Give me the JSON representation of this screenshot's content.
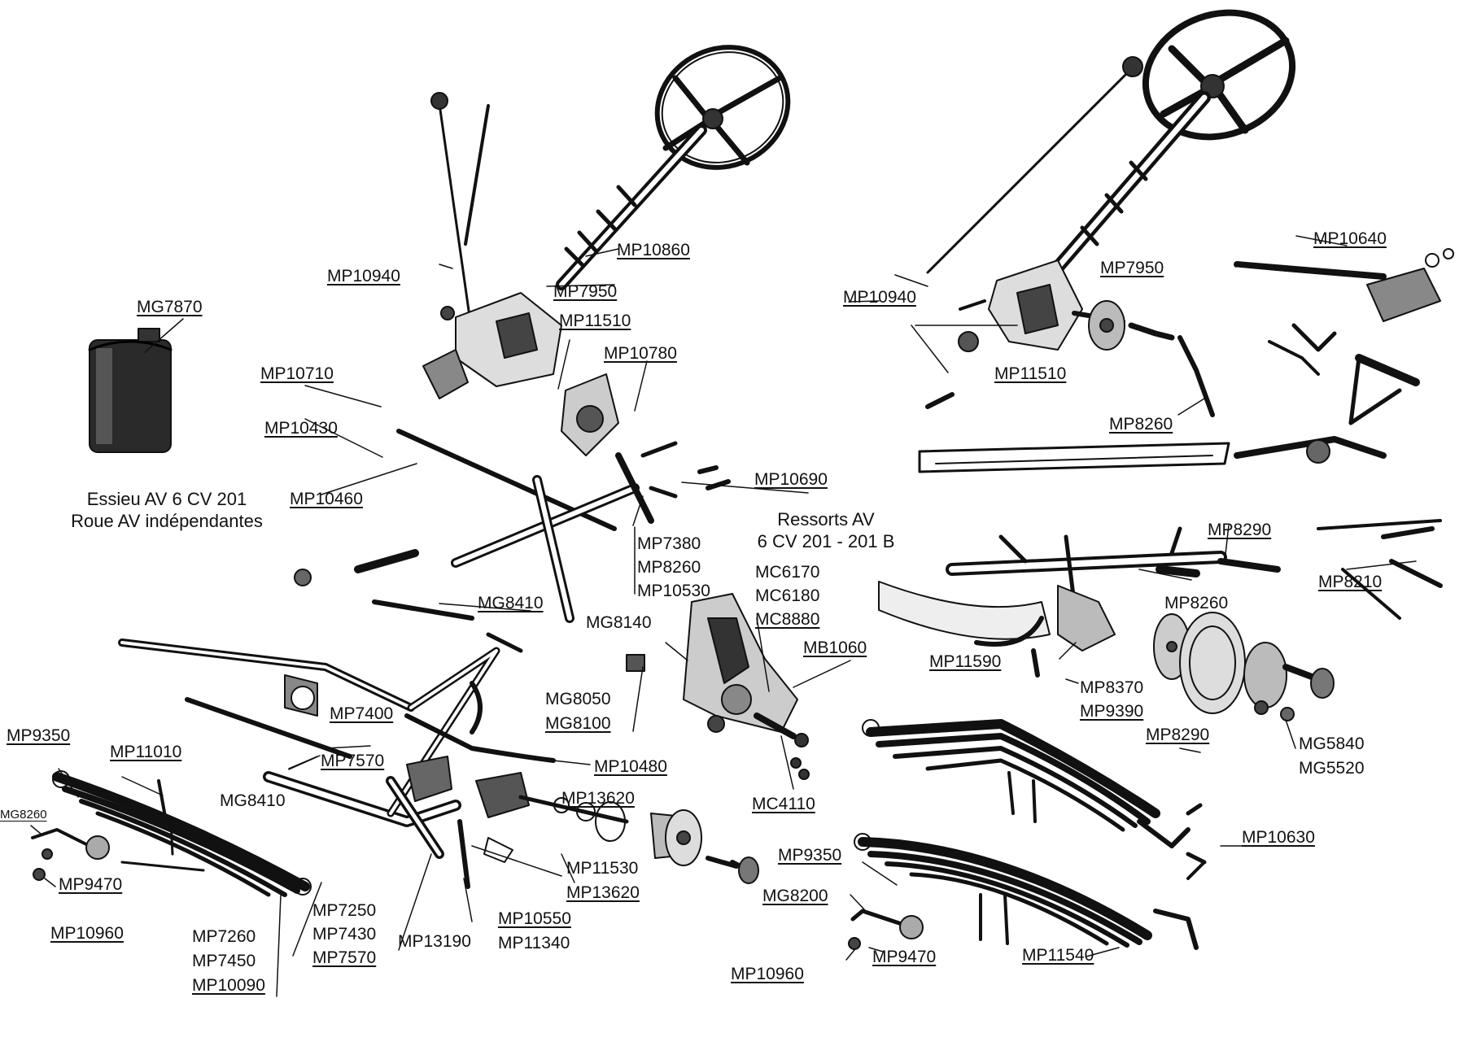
{
  "captions": {
    "left": [
      "Essieu AV 6 CV 201",
      "Roue AV indépendantes"
    ],
    "right": [
      "Ressorts AV",
      "6 CV 201 - 201 B"
    ]
  },
  "labels": [
    {
      "text": "MG7870"
    },
    {
      "text": "MP10940"
    },
    {
      "text": "MP10860"
    },
    {
      "text": "MP7950"
    },
    {
      "text": "MP11510"
    },
    {
      "text": "MP10780"
    },
    {
      "text": "MP10710"
    },
    {
      "text": "MP10430"
    },
    {
      "text": "MP10460"
    },
    {
      "text": "MP10690"
    },
    {
      "text": "MP7380"
    },
    {
      "text": "MP8260"
    },
    {
      "text": "MP10530"
    },
    {
      "text": "MG8410"
    },
    {
      "text": "MG8140"
    },
    {
      "text": "MG8050"
    },
    {
      "text": "MG8100"
    },
    {
      "text": "MP7400"
    },
    {
      "text": "MP7570"
    },
    {
      "text": "MG8410"
    },
    {
      "text": "MP9350"
    },
    {
      "text": "MP11010"
    },
    {
      "text": "MG8260"
    },
    {
      "text": "MP9470"
    },
    {
      "text": "MP10960"
    },
    {
      "text": "MP7260"
    },
    {
      "text": "MP7450"
    },
    {
      "text": "MP10090"
    },
    {
      "text": "MP7250"
    },
    {
      "text": "MP7430"
    },
    {
      "text": "MP7570"
    },
    {
      "text": "MP13190"
    },
    {
      "text": "MP10550"
    },
    {
      "text": "MP11340"
    },
    {
      "text": "MP11530"
    },
    {
      "text": "MP13620"
    },
    {
      "text": "MP13620"
    },
    {
      "text": "MP10480"
    },
    {
      "text": "MC4110"
    },
    {
      "text": "MB1060"
    },
    {
      "text": "MC6170"
    },
    {
      "text": "MC6180"
    },
    {
      "text": "MC8880"
    },
    {
      "text": "MP10940"
    },
    {
      "text": "MP7950"
    },
    {
      "text": "MP11510"
    },
    {
      "text": "MP10640"
    },
    {
      "text": "MP8260"
    },
    {
      "text": "MP8290"
    },
    {
      "text": "MP8260"
    },
    {
      "text": "MP8210"
    },
    {
      "text": "MP11590"
    },
    {
      "text": "MP8370"
    },
    {
      "text": "MP9390"
    },
    {
      "text": "MG5840"
    },
    {
      "text": "MG5520"
    },
    {
      "text": "MP8290"
    },
    {
      "text": "MP10630"
    },
    {
      "text": "MP9350"
    },
    {
      "text": "MG8200"
    },
    {
      "text": "MP10960"
    },
    {
      "text": "MP9470"
    },
    {
      "text": "MP11540"
    }
  ]
}
